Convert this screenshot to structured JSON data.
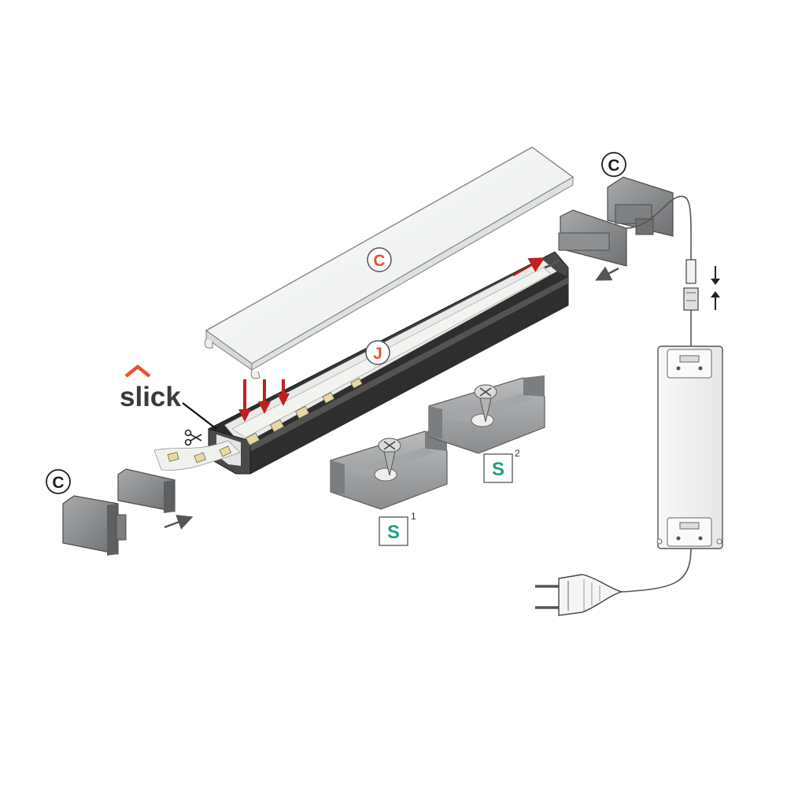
{
  "brand": {
    "name": "slick",
    "accent": "#e8532b",
    "text_color": "#3a3a3a"
  },
  "labels": {
    "cover": "C",
    "strip": "J",
    "endcap_left": "C",
    "endcap_right": "C",
    "clip1": "S",
    "clip1_index": "1",
    "clip2": "S",
    "clip2_index": "2"
  },
  "colors": {
    "red_label": "#e8532b",
    "dark_label": "#1e1e1e",
    "green_label": "#1f9e86",
    "arrow_red": "#c0201e",
    "arrow_gray": "#555555",
    "profile_dark": "#3b3b3b",
    "part_gray": "#8d8f91",
    "diffuser": "#f4f5f5"
  },
  "icons": [
    "scissors-icon",
    "screw-icon",
    "eu-plug-icon",
    "compress-arrows-icon"
  ]
}
